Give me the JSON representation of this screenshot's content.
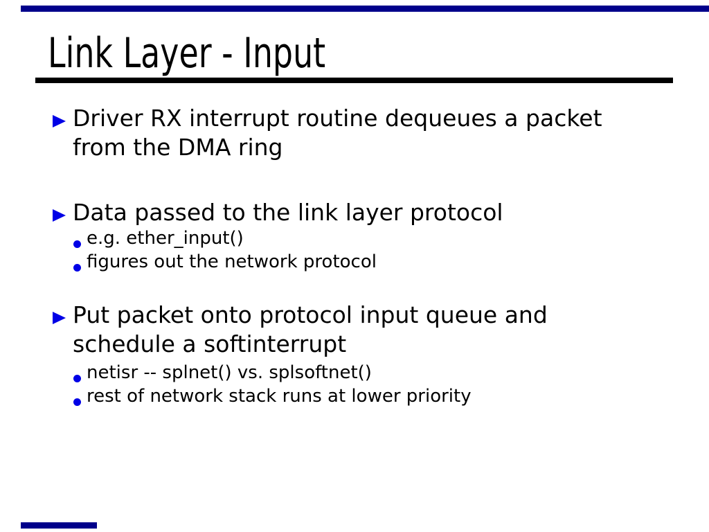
{
  "slide": {
    "title": "Link Layer - Input",
    "bullets": [
      {
        "lines": [
          "Driver RX interrupt routine dequeues a packet",
          "from the DMA ring"
        ],
        "subs": []
      },
      {
        "lines": [
          "Data passed to the link layer protocol"
        ],
        "subs": [
          "e.g. ether_input()",
          "figures out the network protocol"
        ]
      },
      {
        "lines": [
          "Put packet onto protocol input queue and",
          "schedule a softinterrupt"
        ],
        "subs": [
          "netisr -- splnet() vs. splsoftnet()",
          "rest of network stack runs at lower priority"
        ]
      }
    ],
    "icons": {
      "bullet_marker": "triangle-right-icon",
      "sub_bullet_marker": "dot-icon"
    }
  },
  "colors": {
    "bullet-blue": "#0000e6",
    "bar-navy": "#00008b",
    "rule-black": "#000000",
    "text-black": "#000000"
  }
}
